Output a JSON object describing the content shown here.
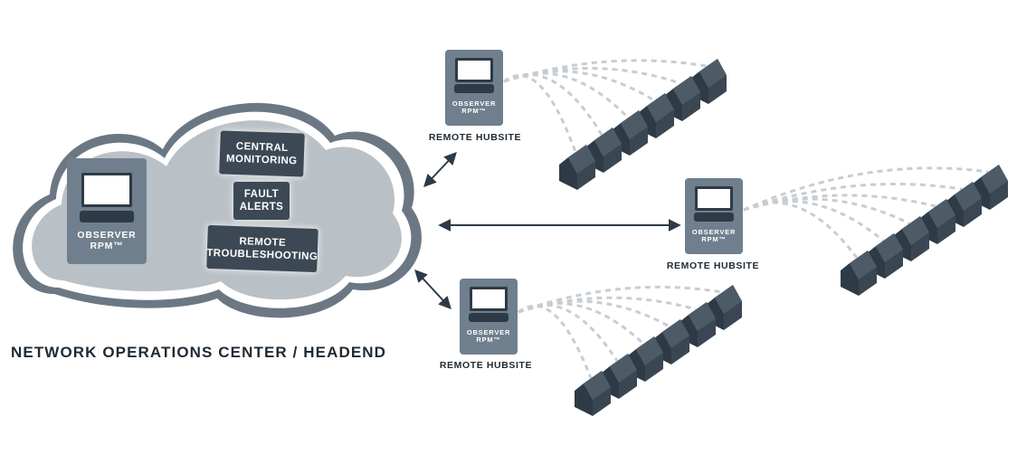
{
  "noc": {
    "label": "NETWORK OPERATIONS CENTER / HEADEND",
    "device_label": "OBSERVER\nRPM™",
    "functions": [
      {
        "label": "CENTRAL\nMONITORING"
      },
      {
        "label": "FAULT\nALERTS"
      },
      {
        "label": "REMOTE\nTROUBLESHOOTING"
      }
    ]
  },
  "hubsites": [
    {
      "label": "REMOTE HUBSITE",
      "device_label": "OBSERVER\nRPM™"
    },
    {
      "label": "REMOTE HUBSITE",
      "device_label": "OBSERVER\nRPM™"
    },
    {
      "label": "REMOTE HUBSITE",
      "device_label": "OBSERVER\nRPM™"
    }
  ],
  "colors": {
    "cloud_fill": "#b9c0c6",
    "cloud_outline": "#6b7884",
    "device": "#6f7f8d",
    "dark": "#3c4955",
    "house": "#3a4753",
    "dashed_line": "#c7cdd2",
    "arrow": "#2e3a45"
  }
}
